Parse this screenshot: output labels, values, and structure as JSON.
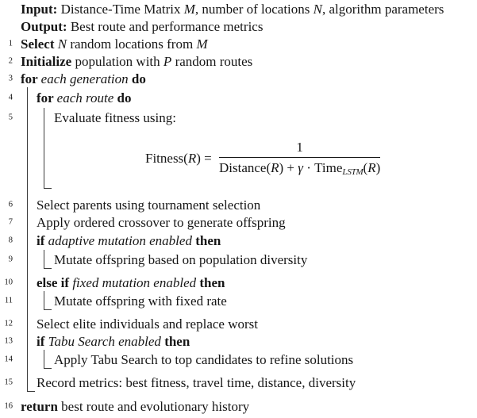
{
  "colors": {
    "background": "#ffffff",
    "text": "#161616",
    "block_line": "#3c3c3c"
  },
  "lines": {
    "input": {
      "num": "",
      "segs": [
        "Input:",
        " Distance-Time Matrix ",
        "M",
        ", number of locations ",
        "N",
        ", algorithm parameters"
      ]
    },
    "output": {
      "num": "",
      "segs": [
        "Output:",
        " Best route and performance metrics"
      ]
    },
    "l1": {
      "num": "1",
      "segs": [
        "Select ",
        "N",
        " random locations from ",
        "M"
      ]
    },
    "l2": {
      "num": "2",
      "segs": [
        "Initialize ",
        "population with ",
        "P",
        " random routes"
      ]
    },
    "l3": {
      "num": "3",
      "segs": [
        "for ",
        "each generation ",
        "do"
      ]
    },
    "l4": {
      "num": "4",
      "segs": [
        "for ",
        "each route ",
        "do"
      ]
    },
    "l5": {
      "num": "5",
      "segs": [
        "Evaluate fitness using:"
      ]
    },
    "l6": {
      "num": "6",
      "segs": [
        "Select parents using tournament selection"
      ]
    },
    "l7": {
      "num": "7",
      "segs": [
        "Apply ordered crossover to generate offspring"
      ]
    },
    "l8": {
      "num": "8",
      "segs": [
        "if ",
        "adaptive mutation enabled ",
        "then"
      ]
    },
    "l9": {
      "num": "9",
      "segs": [
        "Mutate offspring based on population diversity"
      ]
    },
    "l10": {
      "num": "10",
      "segs": [
        "else if ",
        "fixed mutation enabled ",
        "then"
      ]
    },
    "l11": {
      "num": "11",
      "segs": [
        "Mutate offspring with fixed rate"
      ]
    },
    "l12": {
      "num": "12",
      "segs": [
        "Select elite individuals and replace worst"
      ]
    },
    "l13": {
      "num": "13",
      "segs": [
        "if ",
        "Tabu Search enabled ",
        "then"
      ]
    },
    "l14": {
      "num": "14",
      "segs": [
        "Apply Tabu Search to top candidates to refine solutions"
      ]
    },
    "l15": {
      "num": "15",
      "segs": [
        "Record metrics: best fitness, travel time, distance, diversity"
      ]
    },
    "l16": {
      "num": "16",
      "segs": [
        "return ",
        "best route and evolutionary history"
      ]
    }
  },
  "formula": {
    "lhs_fn": "Fitness(",
    "lhs_var": "R",
    "lhs_eq": ") = ",
    "numerator": "1",
    "den_d": "Distance(",
    "den_r1": "R",
    "den_plus": ") + ",
    "den_gamma": "γ",
    "den_dot": " · ",
    "den_time": "Time",
    "den_sub": "LSTM",
    "den_open": "(",
    "den_r2": "R",
    "den_close": ")"
  }
}
